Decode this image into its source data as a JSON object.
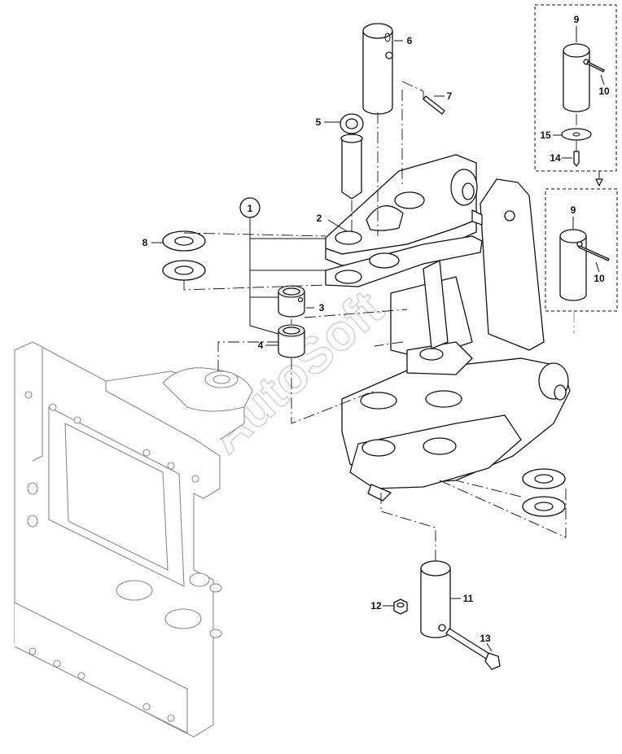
{
  "watermark": "AutoSoft",
  "group_label": "1",
  "callouts": [
    "2",
    "3",
    "4",
    "5",
    "6",
    "7",
    "8",
    "9",
    "10",
    "11",
    "12",
    "13",
    "14",
    "15"
  ],
  "inset_top": {
    "pin": "9",
    "bolt": "10",
    "washer": "15",
    "screw": "14"
  },
  "inset_bottom": {
    "pin": "9",
    "bolt": "10"
  }
}
